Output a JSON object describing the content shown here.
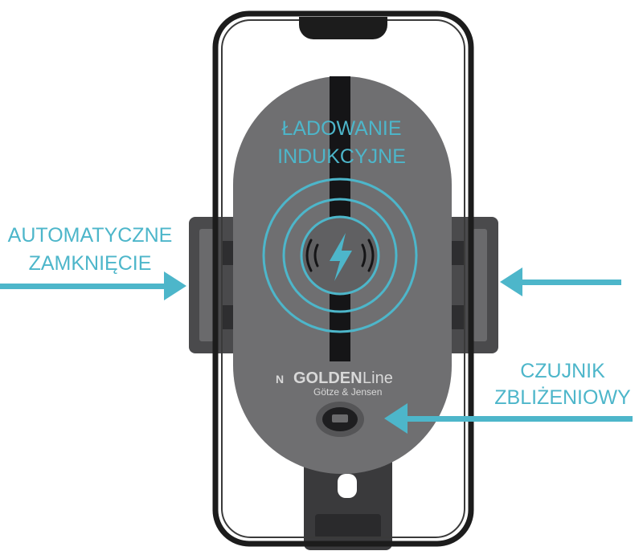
{
  "labels": {
    "inductive_line1": "ŁADOWANIE",
    "inductive_line2": "INDUKCYJNE",
    "auto_line1": "AUTOMATYCZNE",
    "auto_line2": "ZAMKNIĘCIE",
    "sensor_line1": "CZUJNIK",
    "sensor_line2": "ZBLIŻENIOWY"
  },
  "brand": {
    "logo_mark": "N",
    "name_bold": "GOLDEN",
    "name_light": "Line",
    "maker": "Götze & Jensen"
  },
  "colors": {
    "accent": "#4db6ca",
    "device": "#6f6f71",
    "phone_frame": "#1c1c1c"
  }
}
